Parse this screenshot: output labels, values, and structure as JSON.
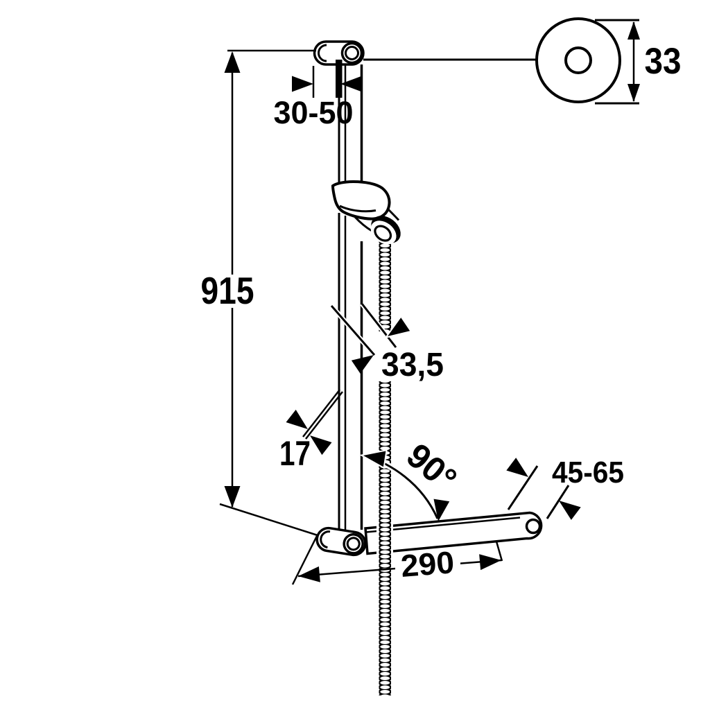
{
  "colors": {
    "ink": "#000000",
    "background": "#ffffff"
  },
  "labels": {
    "wall_distance": "30-50",
    "flange_diameter": "33",
    "rail_height": "915",
    "rail_profile_depth": "33,5",
    "rail_profile_width": "17",
    "arm_angle": "90°",
    "arm_end_offset": "45-65",
    "arm_length": "290"
  }
}
